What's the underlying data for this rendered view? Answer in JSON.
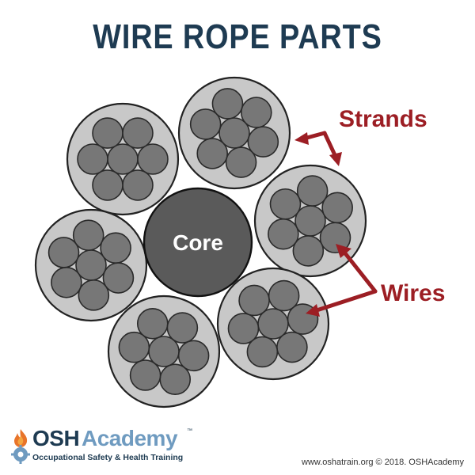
{
  "title": "WIRE ROPE PARTS",
  "labels": {
    "core": "Core",
    "strands": "Strands",
    "wires": "Wires"
  },
  "brand": {
    "name_part1": "OSH",
    "name_part2": "Academy",
    "trademark": "™",
    "tagline": "Occupational Safety & Health Training"
  },
  "credit": "www.oshatrain.org © 2018. OSHAcademy",
  "colors": {
    "title": "#1e3b52",
    "callout": "#9c1e24",
    "brand_dark": "#1e3b52",
    "brand_light": "#6f9bc0"
  }
}
